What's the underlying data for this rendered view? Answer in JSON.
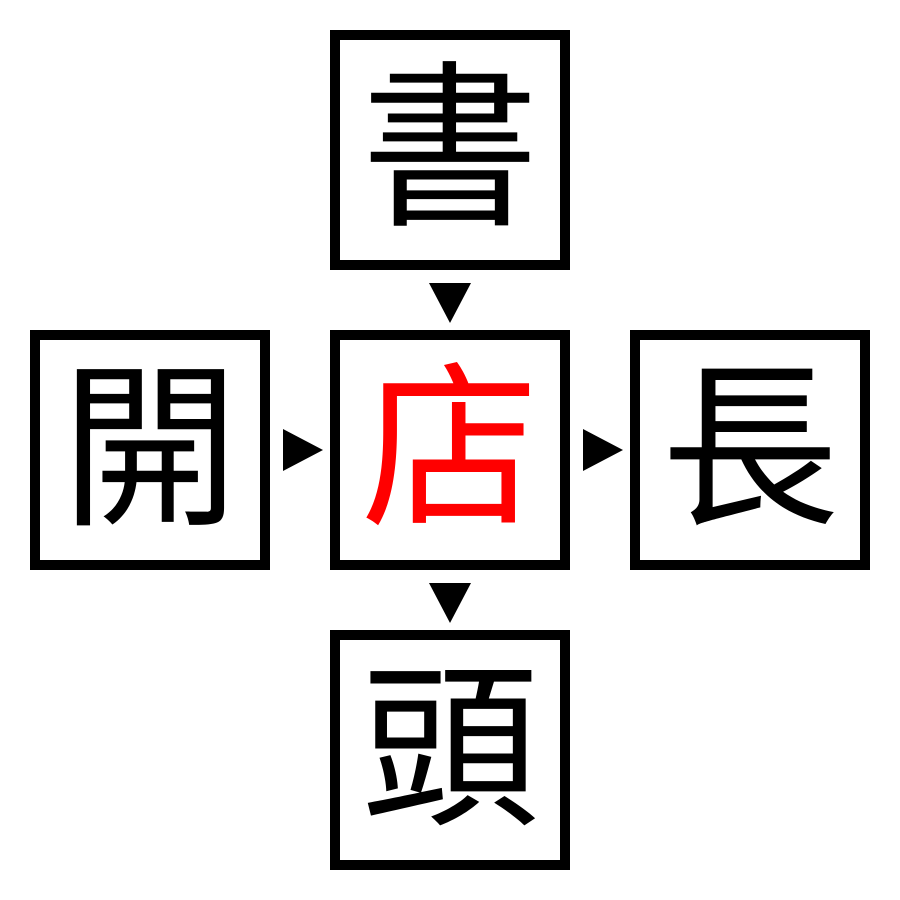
{
  "cells": {
    "top": {
      "char": "書"
    },
    "left": {
      "char": "開"
    },
    "center": {
      "char": "店",
      "color": "#ff0000"
    },
    "right": {
      "char": "長"
    },
    "bottom": {
      "char": "頭"
    }
  },
  "colors": {
    "border": "#000000",
    "text": "#000000",
    "highlight": "#ff0000",
    "arrow": "#000000",
    "background": "#ffffff"
  },
  "arrows": [
    {
      "from": "top",
      "to": "center",
      "direction": "down"
    },
    {
      "from": "left",
      "to": "center",
      "direction": "right"
    },
    {
      "from": "center",
      "to": "right",
      "direction": "right"
    },
    {
      "from": "center",
      "to": "bottom",
      "direction": "down"
    }
  ]
}
